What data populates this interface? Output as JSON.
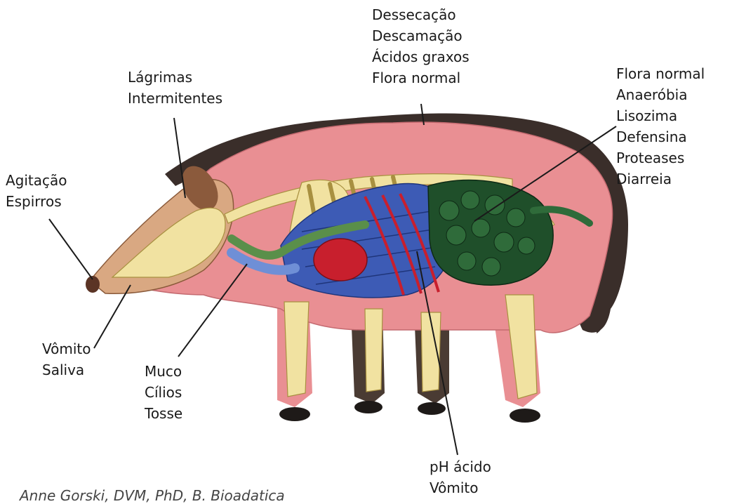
{
  "labels": {
    "dessecacao": [
      "Dessecação",
      "Descamação",
      "Ácidos graxos",
      "Flora normal"
    ],
    "lagrimas": [
      "Lágrimas",
      "Intermitentes"
    ],
    "flora": [
      "Flora normal",
      "Anaeróbia",
      "Lisozima",
      "Defensina",
      "Proteases",
      "Diarreia"
    ],
    "agitacao": [
      "Agitação",
      "Espirros"
    ],
    "vomito_saliva": [
      "Vômito",
      "Saliva"
    ],
    "muco": [
      "Muco",
      "Cílios",
      "Tosse"
    ],
    "ph": [
      "pH ácido",
      "Vômito"
    ]
  },
  "credit": "Anne Gorski, DVM, PhD, B. Bioadatica",
  "colors": {
    "skin": "#e98f93",
    "bone": "#f1e2a1",
    "lung": "#3d5bb5",
    "heart": "#c81f2d",
    "intestine": "#1f4f2a",
    "fur": "#3a2e2a",
    "leader": "#1a1a1a"
  }
}
